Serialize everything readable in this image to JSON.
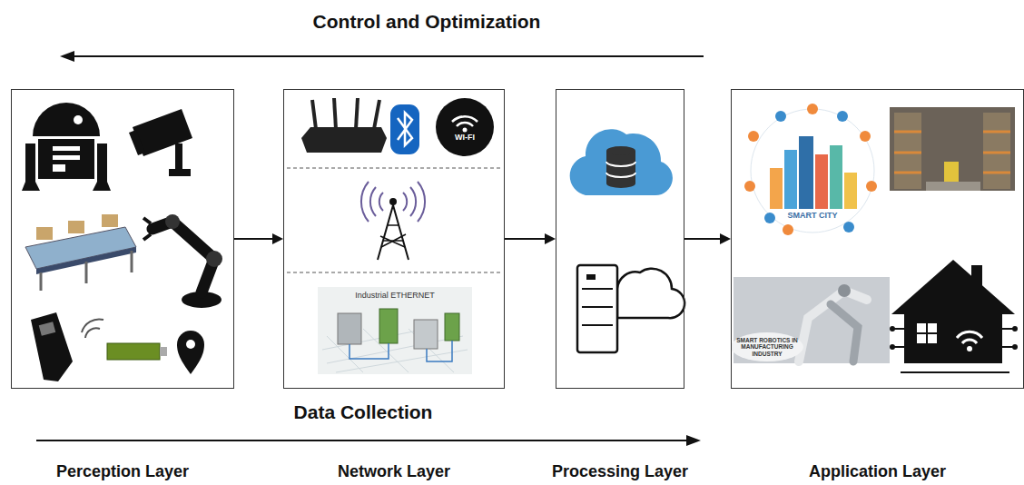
{
  "diagram": {
    "nodes": [
      {
        "text": [
          "Perception Layer"
        ]
      },
      {
        "text": [
          "Network Layer"
        ]
      },
      {
        "text": [
          "Processing Layer"
        ]
      },
      {
        "text": [
          "Application Layer"
        ]
      }
    ],
    "edges": [
      {
        "from": 0,
        "to": 1,
        "arrow": "to"
      },
      {
        "from": 1,
        "to": 2,
        "arrow": "to"
      },
      {
        "from": 2,
        "to": 3,
        "arrow": "to"
      }
    ],
    "labels": [
      "Control and Optimization",
      "Data Collection",
      "WI-FI",
      "Industrial ETHERNET",
      "SMART CITY",
      "SMART ROBOTICS IN MANUFACTURING INDUSTRY"
    ]
  }
}
